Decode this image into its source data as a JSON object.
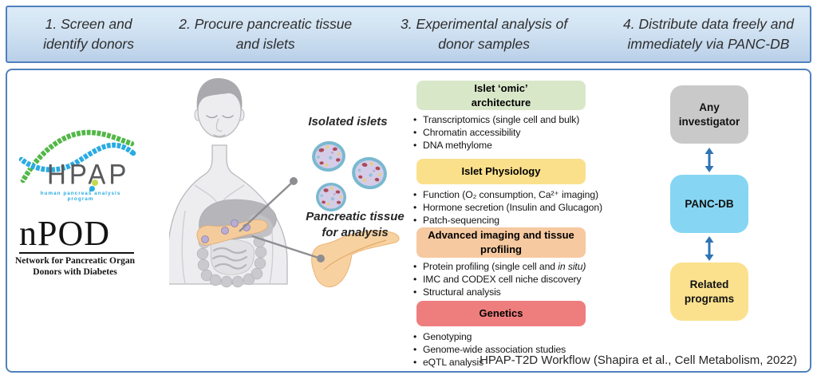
{
  "header": {
    "steps": [
      "1. Screen and\nidentify donors",
      "2. Procure pancreatic tissue\nand islets",
      "3. Experimental analysis of\ndonor samples",
      "4. Distribute data freely and\nimmediately via PANC-DB"
    ]
  },
  "logos": {
    "hpap": {
      "name": "HPAP",
      "tagline": "human pancreas analysis program",
      "helix_green": "#53b748",
      "helix_blue": "#2aabe2"
    },
    "npod": {
      "name": "nPOD",
      "subtitle": "Network for Pancreatic Organ\nDonors with Diabetes"
    }
  },
  "procurement": {
    "islets_label": "Isolated islets",
    "tissue_label": "Pancreatic tissue\nfor analysis"
  },
  "analysis": {
    "bullet_char": "•",
    "sections": [
      {
        "title": "Islet ‘omic’\narchitecture",
        "color": "#d9e7c9",
        "bullets": [
          "Transcriptomics (single cell and bulk)",
          "Chromatin accessibility",
          "DNA methylome"
        ]
      },
      {
        "title": "Islet Physiology",
        "color": "#fbe08c",
        "bullets": [
          "Function (O₂ consumption, Ca²⁺ imaging)",
          "Hormone secretion (Insulin and Glucagon)",
          "Patch-sequencing"
        ]
      },
      {
        "title": "Advanced imaging and tissue\nprofiling",
        "color": "#f6c9a0",
        "bullets": [
          {
            "text": "Protein profiling (single cell and ",
            "italic": "in situ)"
          },
          "IMC and CODEX cell niche discovery",
          "Structural analysis"
        ]
      },
      {
        "title": "Genetics",
        "color": "#ee7e7d",
        "bullets": [
          "Genotyping",
          "Genome-wide association studies",
          "eQTL analysis"
        ]
      }
    ]
  },
  "distribution": {
    "arrow_color": "#2e74b5",
    "nodes": [
      {
        "label": "Any\ninvestigator",
        "color": "#c9c9c9"
      },
      {
        "label": "PANC-DB",
        "color": "#86d6f3"
      },
      {
        "label": "Related\nprograms",
        "color": "#fbe18e"
      }
    ]
  },
  "caption": "HPAP-T2D Workflow (Shapira et al., Cell Metabolism, 2022)"
}
